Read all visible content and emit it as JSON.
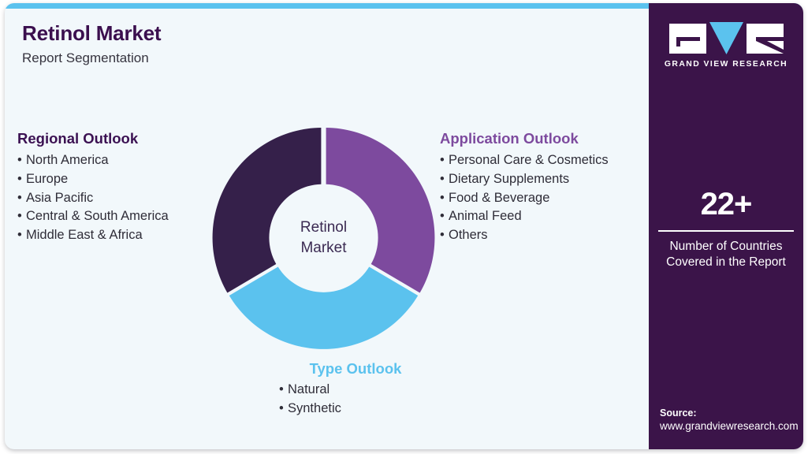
{
  "header": {
    "title": "Retinol Market",
    "subtitle": "Report Segmentation"
  },
  "colors": {
    "card_background": "#f2f8fb",
    "page_background": "#ffffff",
    "accent_bar": "#5bc2ee",
    "panel_background": "#3b1449",
    "title_purple": "#3b0f4e",
    "segment_dark_purple": "#35204a",
    "segment_purple": "#7d4a9e",
    "segment_blue": "#5bc2ee",
    "body_text": "#2f2d38"
  },
  "regional_outlook": {
    "heading": "Regional Outlook",
    "bullet": "•",
    "items": [
      "North America",
      "Europe",
      "Asia Pacific",
      "Central & South America",
      "Middle East & Africa"
    ]
  },
  "application_outlook": {
    "heading": "Application Outlook",
    "bullet": "•",
    "items": [
      "Personal Care & Cosmetics",
      "Dietary Supplements",
      "Food & Beverage",
      "Animal Feed",
      "Others"
    ]
  },
  "type_outlook": {
    "heading": "Type Outlook",
    "bullet": "•",
    "items": [
      "Natural",
      "Synthetic"
    ]
  },
  "donut": {
    "center_line1": "Retinol",
    "center_line2": "Market"
  },
  "side_panel": {
    "logo": {
      "mark_g": "logo-letter-g",
      "mark_v": "logo-letter-v",
      "mark_r": "logo-letter-r",
      "wordmark": "GRAND VIEW RESEARCH"
    },
    "stat": {
      "value": "22+",
      "label_line1": "Number of Countries",
      "label_line2": "Covered in the Report"
    },
    "source": {
      "heading": "Source:",
      "url": "www.grandviewresearch.com"
    }
  },
  "chart_data": {
    "type": "pie",
    "title": "Retinol Market Report Segmentation",
    "center_label": "Retinol Market",
    "categories": [
      "Application Outlook",
      "Type Outlook",
      "Regional Outlook"
    ],
    "values": [
      33.33,
      33.33,
      33.33
    ],
    "colors": [
      "#7d4a9e",
      "#5bc2ee",
      "#35204a"
    ],
    "donut": true,
    "inner_radius_ratio": 0.69,
    "start_angle_deg": 90,
    "direction": "clockwise",
    "gap_deg": 3,
    "legend": "none",
    "grid": false,
    "segment_details": [
      {
        "name": "Application Outlook",
        "color": "#7d4a9e",
        "share_pct": 33.33,
        "members": [
          "Personal Care & Cosmetics",
          "Dietary Supplements",
          "Food & Beverage",
          "Animal Feed",
          "Others"
        ]
      },
      {
        "name": "Type Outlook",
        "color": "#5bc2ee",
        "share_pct": 33.33,
        "members": [
          "Natural",
          "Synthetic"
        ]
      },
      {
        "name": "Regional Outlook",
        "color": "#35204a",
        "share_pct": 33.33,
        "members": [
          "North America",
          "Europe",
          "Asia Pacific",
          "Central & South America",
          "Middle East & Africa"
        ]
      }
    ]
  }
}
